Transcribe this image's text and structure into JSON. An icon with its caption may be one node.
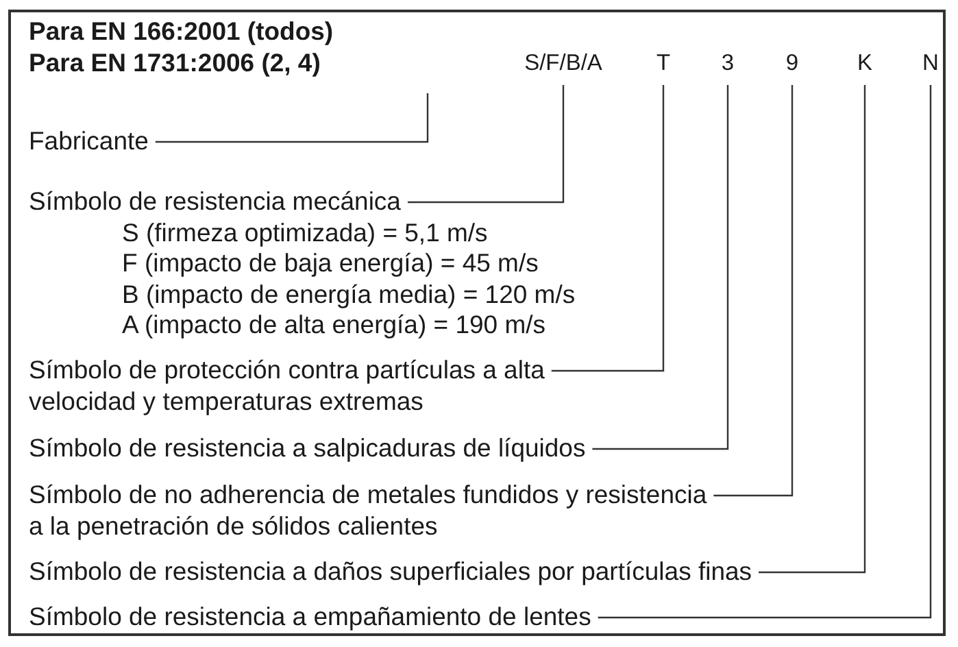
{
  "diagram": {
    "nodes": [
      {
        "text": [
          "S/F/B/A"
        ]
      },
      {
        "text": [
          "T"
        ]
      },
      {
        "text": [
          "3"
        ]
      },
      {
        "text": [
          "9"
        ]
      },
      {
        "text": [
          "K"
        ]
      },
      {
        "text": [
          "N"
        ]
      },
      {
        "text": [
          "Fabricante"
        ]
      },
      {
        "text": [
          "Símbolo de resistencia mecánica",
          "S (firmeza optimizada) = 5,1 m/s",
          "F (impacto de baja energía) = 45 m/s",
          "B (impacto de energía media) = 120 m/s",
          "A (impacto de alta energía) = 190 m/s"
        ]
      },
      {
        "text": [
          "Símbolo de protección contra partículas a alta velocidad y temperaturas extremas"
        ]
      },
      {
        "text": [
          "Símbolo de resistencia a salpicaduras de líquidos"
        ]
      },
      {
        "text": [
          "Símbolo de no adherencia de metales fundidos y resistencia a la penetración de sólidos calientes"
        ]
      },
      {
        "text": [
          "Símbolo de resistencia a daños superficiales por partículas finas"
        ]
      },
      {
        "text": [
          "Símbolo de resistencia a empañamiento de lentes"
        ]
      }
    ],
    "edges": [
      {
        "from": 6,
        "to": null,
        "arrow": "none"
      },
      {
        "from": 7,
        "to": 0,
        "arrow": "none"
      },
      {
        "from": 8,
        "to": 1,
        "arrow": "none"
      },
      {
        "from": 9,
        "to": 2,
        "arrow": "none"
      },
      {
        "from": 10,
        "to": 3,
        "arrow": "none"
      },
      {
        "from": 11,
        "to": 4,
        "arrow": "none"
      },
      {
        "from": 12,
        "to": 5,
        "arrow": "none"
      }
    ],
    "labels": [
      "Para EN 166:2001 (todos)",
      "Para EN 1731:2006 (2, 4)"
    ]
  }
}
